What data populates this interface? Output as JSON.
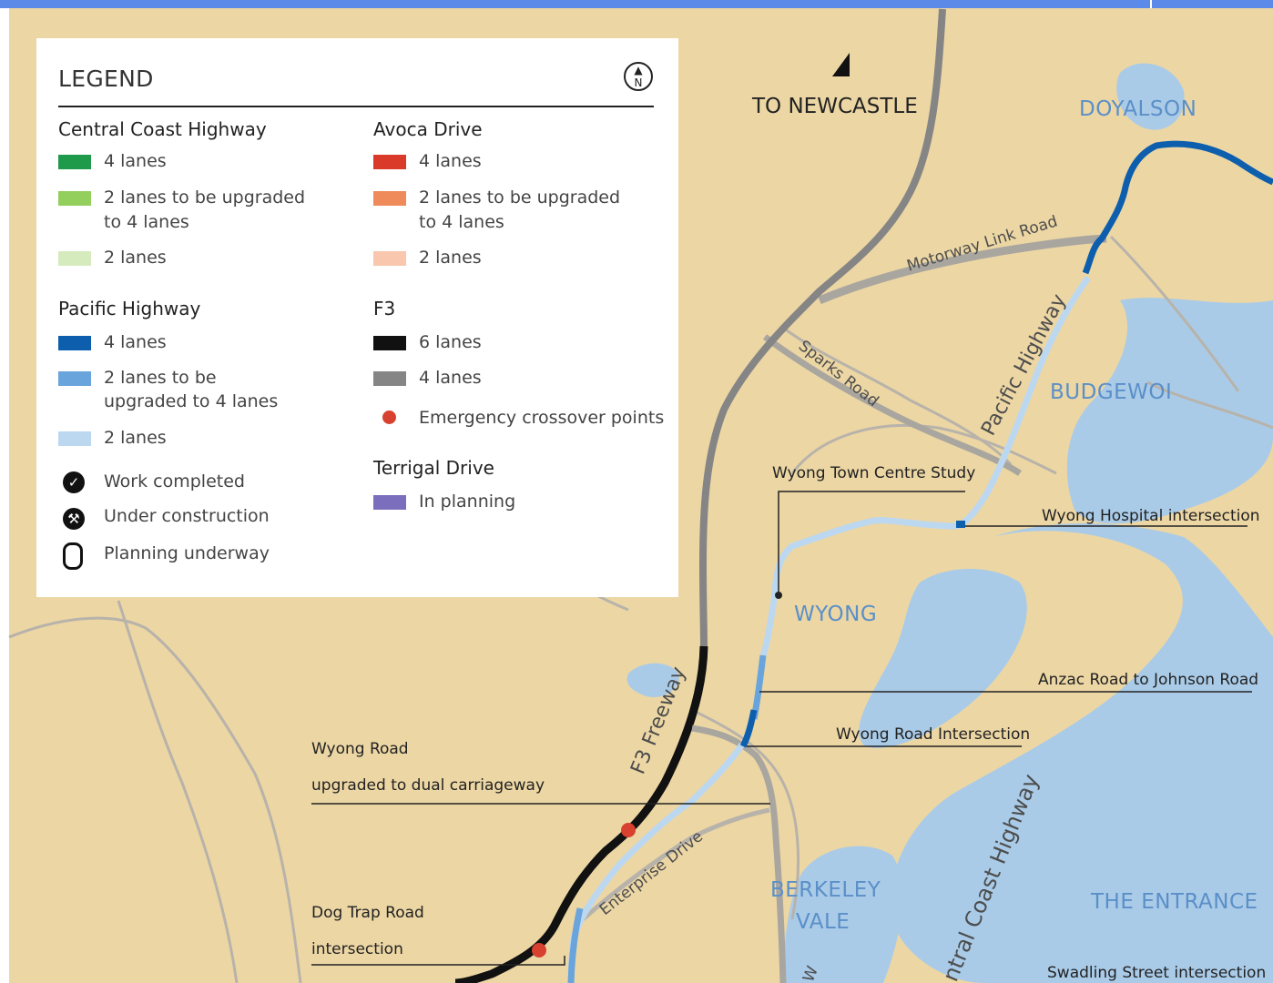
{
  "legend": {
    "title": "LEGEND",
    "compass_label": "N",
    "groups": {
      "central_coast_highway": {
        "heading": "Central Coast Highway",
        "items": [
          {
            "label_line1": "4 lanes",
            "label_line2": "",
            "color": "#1e9a4a"
          },
          {
            "label_line1": "2 lanes to be upgraded",
            "label_line2": "to 4 lanes",
            "color": "#93cf5c"
          },
          {
            "label_line1": "2 lanes",
            "label_line2": "",
            "color": "#d6ebbd"
          }
        ]
      },
      "avoca_drive": {
        "heading": "Avoca Drive",
        "items": [
          {
            "label_line1": "4 lanes",
            "label_line2": "",
            "color": "#d93a2a"
          },
          {
            "label_line1": "2 lanes to be upgraded",
            "label_line2": "to 4 lanes",
            "color": "#ef8a5a"
          },
          {
            "label_line1": "2 lanes",
            "label_line2": "",
            "color": "#f8c7ae"
          }
        ]
      },
      "pacific_highway": {
        "heading": "Pacific Highway",
        "items": [
          {
            "label_line1": "4 lanes",
            "label_line2": "",
            "color": "#0d5fae"
          },
          {
            "label_line1": "2 lanes to be",
            "label_line2": "upgraded to 4 lanes",
            "color": "#6aa4dc"
          },
          {
            "label_line1": "2 lanes",
            "label_line2": "",
            "color": "#bcd8f1"
          }
        ]
      },
      "f3": {
        "heading": "F3",
        "items": [
          {
            "label_line1": "6 lanes",
            "label_line2": "",
            "color": "#111111"
          },
          {
            "label_line1": "4 lanes",
            "label_line2": "",
            "color": "#858585"
          },
          {
            "label_line1": "Emergency crossover points",
            "label_line2": "",
            "color": "#d8412f"
          }
        ]
      },
      "terrigal_drive": {
        "heading": "Terrigal Drive",
        "items": [
          {
            "label_line1": "In planning",
            "label_line2": "",
            "color": "#7b6fbd"
          }
        ]
      }
    },
    "status": [
      {
        "label": "Work completed",
        "icon": "check-icon"
      },
      {
        "label": "Under construction",
        "icon": "construction-icon"
      },
      {
        "label": "Planning underway",
        "icon": "planning-icon"
      }
    ]
  },
  "map": {
    "places": {
      "doyalson": "DOYALSON",
      "budgewoi": "BUDGEWOI",
      "wyong": "WYONG",
      "berkeley_line1": "BERKELEY",
      "berkeley_line2": "VALE",
      "the_entrance": "THE ENTRANCE"
    },
    "direction_label": "TO NEWCASTLE",
    "road_labels": {
      "motorway_link": "Motorway Link Road",
      "pacific_highway": "Pacific Highway",
      "sparks_road": "Sparks Road",
      "f3_freeway": "F3 Freeway",
      "enterprise_drive": "Enterprise Drive",
      "central_coast_highway": "ntral Coast Highway",
      "partial_w": "W"
    },
    "annotations": {
      "wyong_town_centre": "Wyong Town Centre Study",
      "wyong_hospital": "Wyong Hospital intersection",
      "anzac_road": "Anzac Road to Johnson Road",
      "wyong_road_intersection": "Wyong Road Intersection",
      "wyong_road_line1": "Wyong Road",
      "wyong_road_line2": "upgraded to dual carriageway",
      "dog_trap_line1": "Dog Trap Road",
      "dog_trap_line2": "intersection",
      "swadling": "Swadling Street intersection"
    },
    "colors": {
      "land": "#ecd6a4",
      "water": "#a9cbe8",
      "minor_road": "#b8b3aa",
      "f3_6lanes": "#111111",
      "f3_4lanes": "#858585",
      "pacific_4lanes": "#0d5fae",
      "pacific_upgrade": "#6aa4dc",
      "pacific_2lanes": "#bcd8f1",
      "crossover": "#d8412f",
      "top_bar": "#5b8ae8"
    }
  }
}
